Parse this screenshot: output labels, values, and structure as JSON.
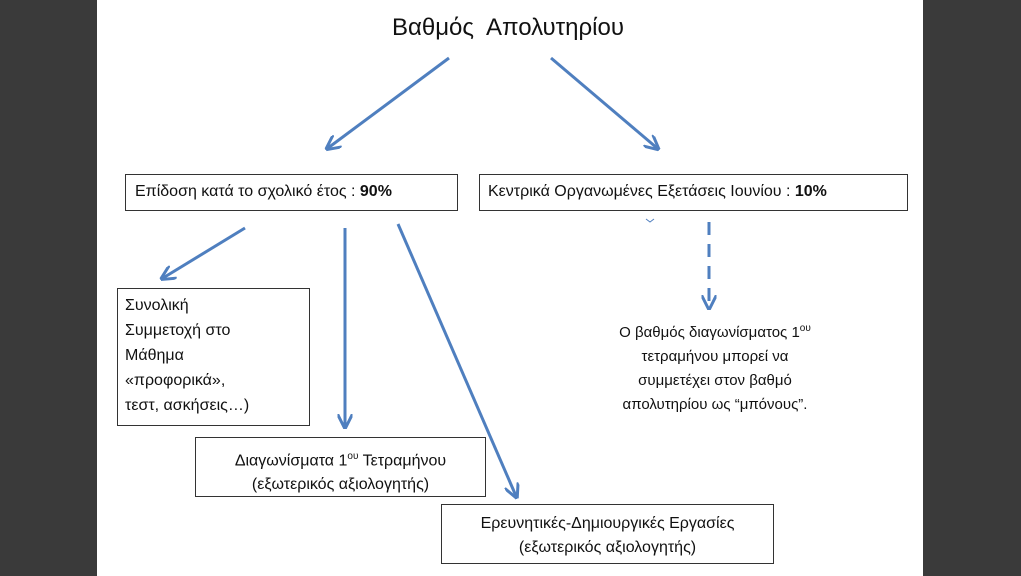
{
  "title": "Βαθμός  Απολυτηρίου",
  "school_box": {
    "label": "Επίδοση κατά το σχολικό έτος : ",
    "value": "90%"
  },
  "exams_box": {
    "label": "Κεντρικά Οργανωμένες Εξετάσεις Ιουνίου : ",
    "value": "10%"
  },
  "participation_box": {
    "lines": [
      "Συνολική",
      "Συμμετοχή στο",
      "Μάθημα",
      "«προφορικά»,",
      "τεστ, ασκήσεις…)"
    ]
  },
  "tests_box": {
    "line1_pre": "Διαγωνίσματα 1",
    "line1_sup": "ου",
    "line1_post": " Τετραμήνου",
    "line2": "(εξωτερικός αξιολογητής)"
  },
  "projects_box": {
    "line1": "Ερευνητικές-Δημιουργικές Εργασίες",
    "line2": "(εξωτερικός αξιολογητής)"
  },
  "bonus_note": {
    "line1_pre": "Ο βαθμός διαγωνίσματος 1",
    "line1_sup": "ου",
    "line2": "τετραμήνου μπορεί να",
    "line3": "συμμετέχει στον βαθμό",
    "line4": "απολυτηρίου ως “μπόνους”."
  },
  "colors": {
    "arrow": "#4f7fbf",
    "slide_bg": "#ffffff",
    "frame_bg": "#3a3a3a"
  }
}
